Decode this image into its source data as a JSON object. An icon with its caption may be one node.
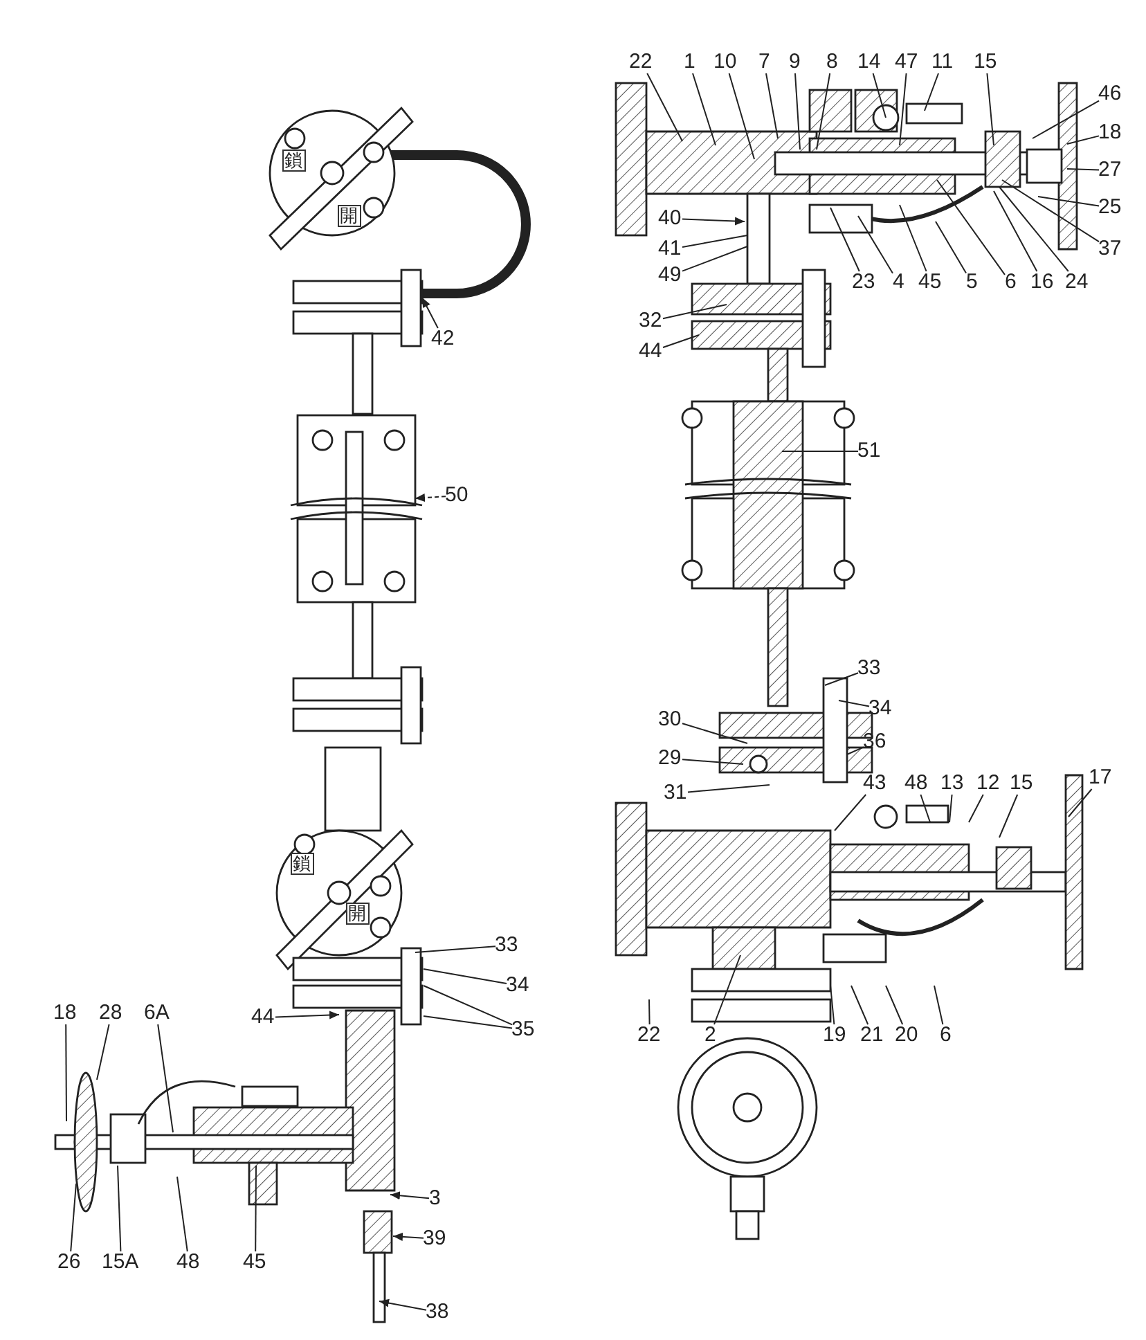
{
  "diagram": {
    "nodes": [
      {
        "text": [
          "22"
        ]
      },
      {
        "text": [
          "1"
        ]
      },
      {
        "text": [
          "10"
        ]
      },
      {
        "text": [
          "7"
        ]
      },
      {
        "text": [
          "9"
        ]
      },
      {
        "text": [
          "8"
        ]
      },
      {
        "text": [
          "14"
        ]
      },
      {
        "text": [
          "47"
        ]
      },
      {
        "text": [
          "11"
        ]
      },
      {
        "text": [
          "15"
        ]
      },
      {
        "text": [
          "46"
        ]
      },
      {
        "text": [
          "18"
        ]
      },
      {
        "text": [
          "27"
        ]
      },
      {
        "text": [
          "25"
        ]
      },
      {
        "text": [
          "37"
        ]
      },
      {
        "text": [
          "40"
        ]
      },
      {
        "text": [
          "41"
        ]
      },
      {
        "text": [
          "49"
        ]
      },
      {
        "text": [
          "23"
        ]
      },
      {
        "text": [
          "4"
        ]
      },
      {
        "text": [
          "45"
        ]
      },
      {
        "text": [
          "5"
        ]
      },
      {
        "text": [
          "6"
        ]
      },
      {
        "text": [
          "16"
        ]
      },
      {
        "text": [
          "24"
        ]
      },
      {
        "text": [
          "32"
        ]
      },
      {
        "text": [
          "44"
        ]
      },
      {
        "text": [
          "42"
        ]
      },
      {
        "text": [
          "51"
        ]
      },
      {
        "text": [
          "50"
        ]
      },
      {
        "text": [
          "33"
        ]
      },
      {
        "text": [
          "34"
        ]
      },
      {
        "text": [
          "30"
        ]
      },
      {
        "text": [
          "36"
        ]
      },
      {
        "text": [
          "29"
        ]
      },
      {
        "text": [
          "31"
        ]
      },
      {
        "text": [
          "43"
        ]
      },
      {
        "text": [
          "48"
        ]
      },
      {
        "text": [
          "13"
        ]
      },
      {
        "text": [
          "12"
        ]
      },
      {
        "text": [
          "15"
        ]
      },
      {
        "text": [
          "17"
        ]
      },
      {
        "text": [
          "33"
        ]
      },
      {
        "text": [
          "34"
        ]
      },
      {
        "text": [
          "35"
        ]
      },
      {
        "text": [
          "22"
        ]
      },
      {
        "text": [
          "2"
        ]
      },
      {
        "text": [
          "19"
        ]
      },
      {
        "text": [
          "21"
        ]
      },
      {
        "text": [
          "20"
        ]
      },
      {
        "text": [
          "6"
        ]
      },
      {
        "text": [
          "18"
        ]
      },
      {
        "text": [
          "28"
        ]
      },
      {
        "text": [
          "6A"
        ]
      },
      {
        "text": [
          "44"
        ]
      },
      {
        "text": [
          "3"
        ]
      },
      {
        "text": [
          "39"
        ]
      },
      {
        "text": [
          "26"
        ]
      },
      {
        "text": [
          "15A"
        ]
      },
      {
        "text": [
          "48"
        ]
      },
      {
        "text": [
          "45"
        ]
      },
      {
        "text": [
          "38"
        ]
      }
    ],
    "edges": [
      {
        "from": 0,
        "to": null,
        "arrow": "none"
      },
      {
        "from": 1,
        "to": null,
        "arrow": "none"
      },
      {
        "from": 2,
        "to": null,
        "arrow": "none"
      },
      {
        "from": 3,
        "to": null,
        "arrow": "none"
      },
      {
        "from": 4,
        "to": null,
        "arrow": "none"
      },
      {
        "from": 5,
        "to": null,
        "arrow": "none"
      },
      {
        "from": 6,
        "to": null,
        "arrow": "none"
      },
      {
        "from": 7,
        "to": null,
        "arrow": "none"
      },
      {
        "from": 8,
        "to": null,
        "arrow": "none"
      },
      {
        "from": 9,
        "to": null,
        "arrow": "none"
      },
      {
        "from": 10,
        "to": null,
        "arrow": "none"
      },
      {
        "from": 11,
        "to": null,
        "arrow": "none"
      },
      {
        "from": 12,
        "to": null,
        "arrow": "none"
      },
      {
        "from": 13,
        "to": null,
        "arrow": "none"
      },
      {
        "from": 14,
        "to": null,
        "arrow": "none"
      },
      {
        "from": 15,
        "to": null,
        "arrow": "to"
      },
      {
        "from": 16,
        "to": null,
        "arrow": "none"
      },
      {
        "from": 17,
        "to": null,
        "arrow": "none"
      },
      {
        "from": 18,
        "to": null,
        "arrow": "none"
      },
      {
        "from": 19,
        "to": null,
        "arrow": "none"
      },
      {
        "from": 20,
        "to": null,
        "arrow": "none"
      },
      {
        "from": 21,
        "to": null,
        "arrow": "none"
      },
      {
        "from": 22,
        "to": null,
        "arrow": "none"
      },
      {
        "from": 23,
        "to": null,
        "arrow": "none"
      },
      {
        "from": 24,
        "to": null,
        "arrow": "none"
      },
      {
        "from": 25,
        "to": null,
        "arrow": "none"
      },
      {
        "from": 26,
        "to": null,
        "arrow": "none"
      },
      {
        "from": 27,
        "to": null,
        "arrow": "to"
      },
      {
        "from": 28,
        "to": null,
        "arrow": "none"
      },
      {
        "from": 29,
        "to": null,
        "arrow": "to",
        "style": "dashed"
      },
      {
        "from": 30,
        "to": null,
        "arrow": "none"
      },
      {
        "from": 31,
        "to": null,
        "arrow": "none"
      },
      {
        "from": 32,
        "to": null,
        "arrow": "none"
      },
      {
        "from": 33,
        "to": null,
        "arrow": "none"
      },
      {
        "from": 34,
        "to": null,
        "arrow": "none"
      },
      {
        "from": 35,
        "to": null,
        "arrow": "none"
      },
      {
        "from": 36,
        "to": null,
        "arrow": "none"
      },
      {
        "from": 37,
        "to": null,
        "arrow": "none"
      },
      {
        "from": 38,
        "to": null,
        "arrow": "none"
      },
      {
        "from": 39,
        "to": null,
        "arrow": "none"
      },
      {
        "from": 40,
        "to": null,
        "arrow": "none"
      },
      {
        "from": 41,
        "to": null,
        "arrow": "none"
      },
      {
        "from": 42,
        "to": null,
        "arrow": "none"
      },
      {
        "from": 43,
        "to": null,
        "arrow": "none"
      },
      {
        "from": 44,
        "to": null,
        "arrow": "none"
      },
      {
        "from": 44,
        "to": null,
        "arrow": "none"
      },
      {
        "from": 45,
        "to": null,
        "arrow": "none"
      },
      {
        "from": 46,
        "to": null,
        "arrow": "none"
      },
      {
        "from": 47,
        "to": null,
        "arrow": "none"
      },
      {
        "from": 48,
        "to": null,
        "arrow": "none"
      },
      {
        "from": 49,
        "to": null,
        "arrow": "none"
      },
      {
        "from": 50,
        "to": null,
        "arrow": "none"
      },
      {
        "from": 51,
        "to": null,
        "arrow": "none"
      },
      {
        "from": 52,
        "to": null,
        "arrow": "none"
      },
      {
        "from": 53,
        "to": null,
        "arrow": "none"
      },
      {
        "from": 54,
        "to": null,
        "arrow": "to"
      },
      {
        "from": 55,
        "to": null,
        "arrow": "to"
      },
      {
        "from": 56,
        "to": null,
        "arrow": "to"
      },
      {
        "from": 57,
        "to": null,
        "arrow": "none"
      },
      {
        "from": 58,
        "to": null,
        "arrow": "none"
      },
      {
        "from": 59,
        "to": null,
        "arrow": "none"
      },
      {
        "from": 60,
        "to": null,
        "arrow": "none"
      },
      {
        "from": 61,
        "to": null,
        "arrow": "to"
      }
    ],
    "labels": [
      "鎖",
      "開",
      "鎖",
      "開"
    ]
  }
}
